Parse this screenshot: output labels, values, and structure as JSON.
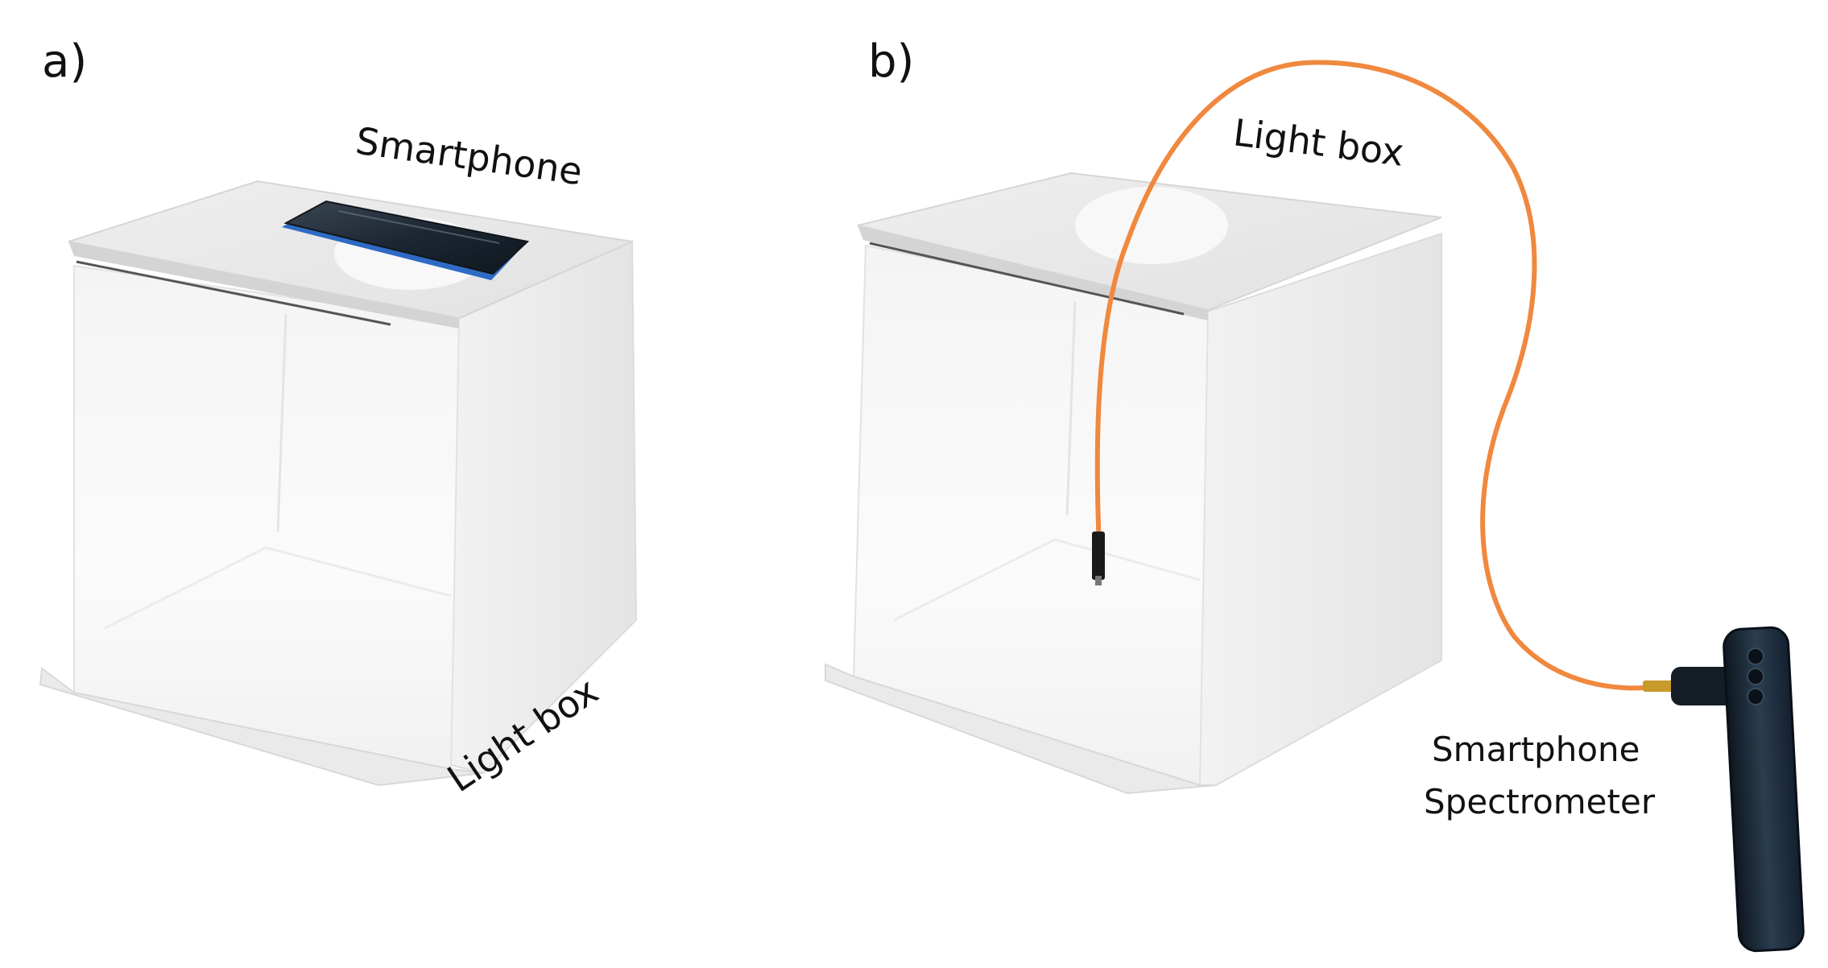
{
  "panels": [
    {
      "label": "a)",
      "callouts": [
        "Smartphone",
        "Light box"
      ]
    },
    {
      "label": "b)",
      "callouts": [
        "Light box",
        "Smartphone",
        "Spectrometer"
      ]
    }
  ],
  "colors": {
    "fiber": "#f0883e",
    "phone_body": "#1c2733",
    "phone_edge": "#2f6bc4",
    "box_face": "#f7f7f7",
    "box_top": "#e9e9e9"
  }
}
